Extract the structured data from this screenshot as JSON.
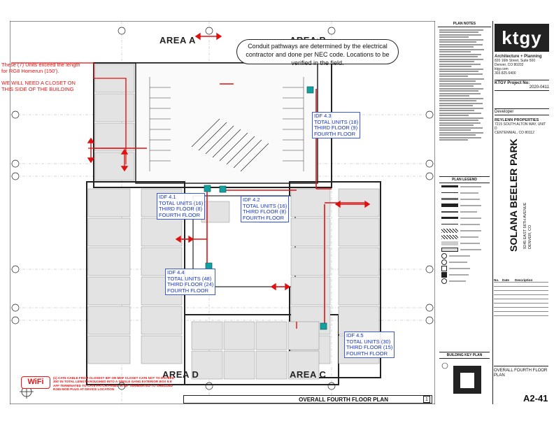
{
  "plan": {
    "area_labels": [
      "AREA A",
      "AREA B",
      "AREA D",
      "AREA C"
    ],
    "cloud_note": "Conduit pathways are determined by the electrical contractor and done per NEC code. Locations to be verified in the field.",
    "red_note_1": "These (7) Units exceed the length for RG8 Homerun (150').",
    "red_note_2": "WE WILL NEED A CLOSET ON THIS SIDE OF THE BUILDING",
    "idf_boxes": [
      {
        "lines": [
          "IDF 4.3",
          "TOTAL UNITS (18)",
          "THIRD FLOOR (9)",
          "FOURTH FLOOR"
        ]
      },
      {
        "lines": [
          "IDF 4.1",
          "TOTAL UNITS (16)",
          "THIRD FLOOR (8)",
          "FOURTH FLOOR"
        ]
      },
      {
        "lines": [
          "IDF 4.2",
          "TOTAL UNITS (16)",
          "THIRD FLOOR (8)",
          "FOURTH FLOOR"
        ]
      },
      {
        "lines": [
          "IDF 4.4",
          "TOTAL UNITS (48)",
          "THIRD FLOOR (24)",
          "FOURTH FLOOR"
        ]
      },
      {
        "lines": [
          "IDF 4.5",
          "TOTAL UNITS (30)",
          "THIRD FLOOR (15)",
          "FOURTH FLOOR"
        ]
      }
    ],
    "wifi_label": "WiFi",
    "wifi_note": "(1) CAT6 CABLE FROM CLOSEST IDF OR MDF CLOSET CAT6 NOT TO EXCEED 300' IN TOTAL LENGTH ROUGHED INTO A SINGLE GANG EXTERIOR BOX 9.5' AFF TERMINATED TO CAT6 PATCH PANEL IN IDF TERMINATED TO SHIELDED RJ45 MOD PLUG AT DEVICE LOCATION",
    "sheet_title": "OVERALL FOURTH FLOOR PLAN",
    "sheet_title_num": "1"
  },
  "title_block": {
    "plan_notes_header": "PLAN NOTES",
    "plan_legend_header": "PLAN LEGEND",
    "key_plan_header": "BUILDING KEY PLAN",
    "logo": "ktgy",
    "firm": "Architecture + Planning",
    "address_1": "820 16th Street, Suite 500",
    "address_2": "Denver, CO 80202",
    "web": "ktgy.com",
    "phone": "303.825.6400",
    "project_no_label": "KTGY Project No:",
    "project_no": "2020-0411",
    "developer_label": "Developer",
    "developer_name": "REYLENN PROPERTIES",
    "developer_address_1": "7215 SOUTH ALTON WAY, UNIT D",
    "developer_address_2": "CENTENNIAL, CO 80112",
    "project_name": "SOLANA BEELER PARK",
    "project_address_1": "9245 EAST 56TH AVENUE",
    "project_address_2": "DENVER, CO",
    "rev_headers": [
      "No.",
      "Date",
      "Description"
    ],
    "sheet_name": "OVERALL FOURTH FLOOR PLAN",
    "sheet_number": "A2-41"
  },
  "colors": {
    "annotation_red": "#e11111",
    "idf_blue": "#1533c8",
    "idf_teal": "#14a0a0"
  }
}
